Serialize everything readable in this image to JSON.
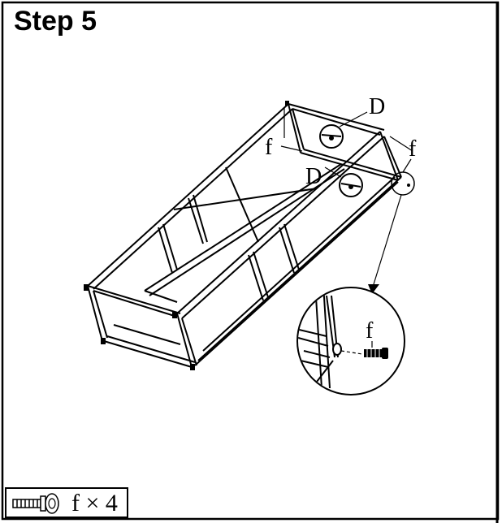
{
  "step": {
    "title": "Step 5"
  },
  "callouts": {
    "label_D_top": "D",
    "label_D_mid": "D",
    "label_f_left": "f",
    "label_f_right": "f",
    "label_f_detail": "f"
  },
  "parts": {
    "label": "f × 4"
  }
}
